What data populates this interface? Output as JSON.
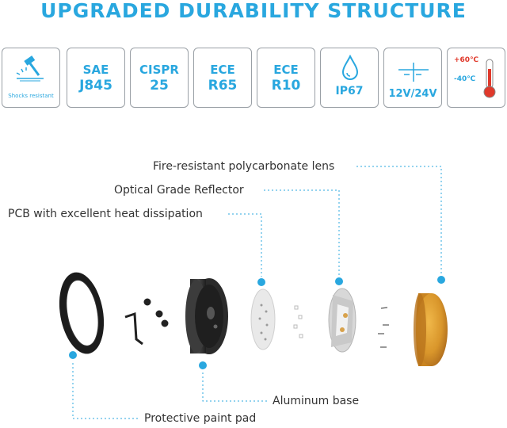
{
  "title": "UPGRADED DURABILITY STRUCTURE",
  "badges": {
    "shock": {
      "label": "Shocks resistant",
      "icon": "hammer-impact-icon"
    },
    "sae": {
      "line1": "SAE",
      "line2": "J845"
    },
    "cispr": {
      "line1": "CISPR",
      "line2": "25"
    },
    "ece65": {
      "line1": "ECE",
      "line2": "R65"
    },
    "ece10": {
      "line1": "ECE",
      "line2": "R10"
    },
    "ip": {
      "label": "IP67",
      "icon": "water-drop-icon"
    },
    "voltage": {
      "label": "12V/24V",
      "icon": "dc-voltage-icon"
    },
    "temp": {
      "high": "+60℃",
      "low": "-40℃",
      "icon": "thermometer-icon"
    }
  },
  "callouts": {
    "lens": "Fire-resistant polycarbonate lens",
    "reflector": "Optical Grade Reflector",
    "pcb": "PCB with excellent heat dissipation",
    "base": "Aluminum base",
    "pad": "Protective paint pad"
  },
  "colors": {
    "accent": "#29a7df",
    "badge_border": "#9aa0a6",
    "text": "#333333",
    "thermo_red": "#e0392b",
    "lens_amber": "#d9962b"
  }
}
